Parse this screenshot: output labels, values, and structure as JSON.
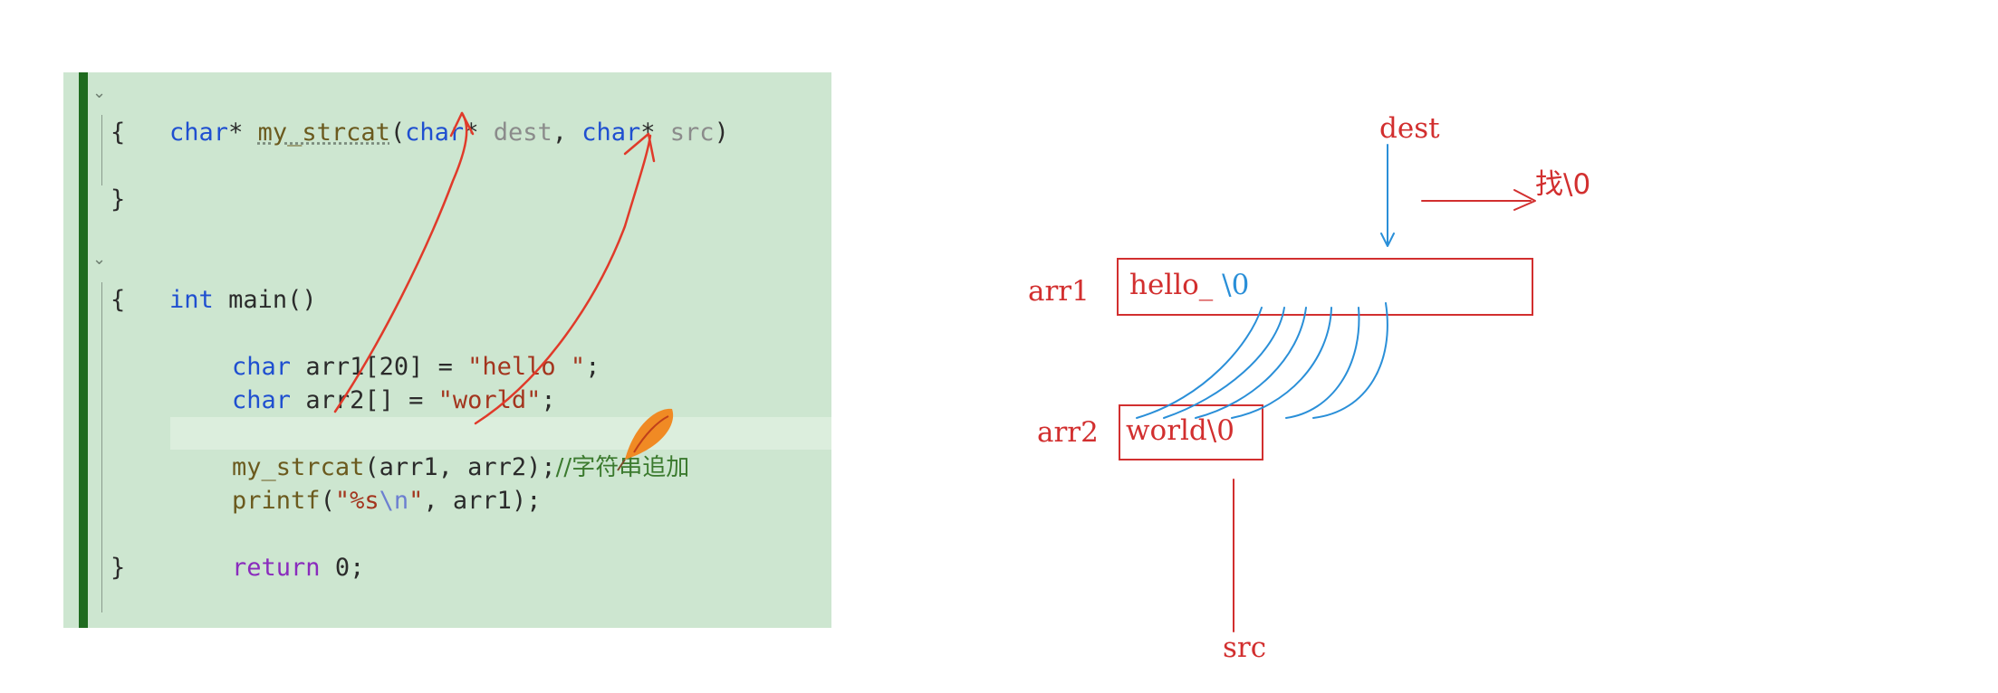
{
  "code": {
    "line1": {
      "t1": "char",
      "t2": "* ",
      "t3": "my_strcat",
      "t4": "(",
      "t5": "char",
      "t6": "* ",
      "t7": "dest",
      "t8": ", ",
      "t9": "char",
      "t10": "* ",
      "t11": "src",
      "t12": ")"
    },
    "line2": "{",
    "line4": "}",
    "line6": {
      "t1": "int",
      "t2": " main()"
    },
    "line7": "{",
    "line8": {
      "t1": "char",
      "t2": " arr1[20] = ",
      "t3": "\"hello \"",
      "t4": ";"
    },
    "line9": {
      "t1": "char",
      "t2": " arr2[] = ",
      "t3": "\"world\"",
      "t4": ";"
    },
    "line11": {
      "t1": "my_strcat",
      "t2": "(arr1, arr2);",
      "t3": "//字符串追加"
    },
    "line12": {
      "t1": "printf",
      "t2": "(",
      "t3": "\"%s",
      "t4": "\\n",
      "t5": "\"",
      "t6": ", arr1);"
    },
    "line14": {
      "t1": "return",
      "t2": " 0;"
    },
    "line15": "}"
  },
  "diagram": {
    "dest_label": "dest",
    "find_label": "找\\0",
    "arr1_label": "arr1",
    "arr1_text": "hello_",
    "arr1_null": "\\0",
    "arr2_label": "arr2",
    "arr2_text": "world\\0",
    "src_label": "src"
  },
  "colors": {
    "editor_bg": "#cde6d0",
    "gutter": "#1f6b1f",
    "ink_red": "#d22f2f",
    "ink_blue": "#2a8fd8"
  }
}
